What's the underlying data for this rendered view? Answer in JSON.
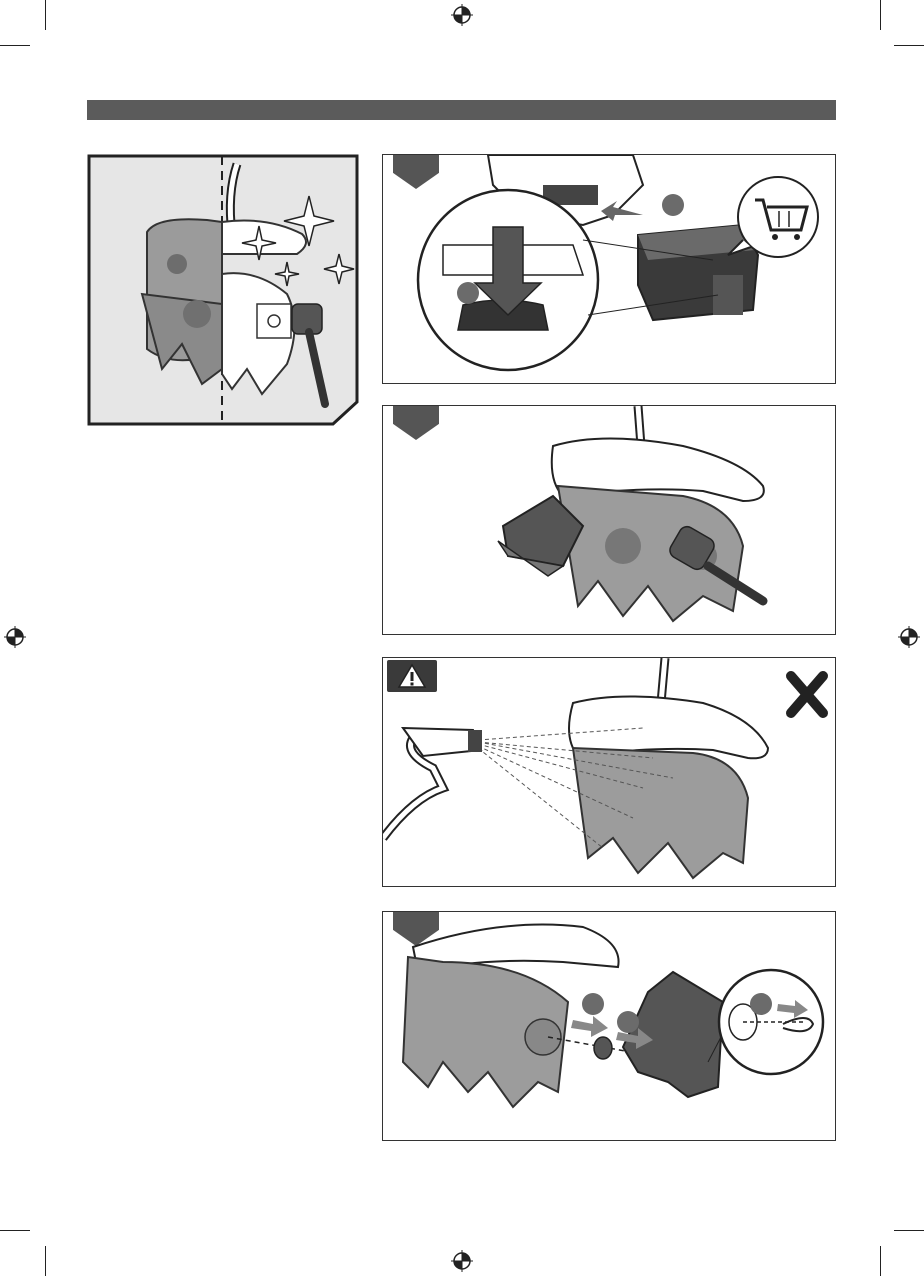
{
  "header": {
    "bar_color": "#5b5b5b"
  },
  "figures": [
    {
      "id": "overview",
      "description_icon": "sparkle-icon"
    },
    {
      "id": "step-1",
      "icons": [
        "shopping-cart-icon",
        "arrow-down-icon"
      ]
    },
    {
      "id": "step-2",
      "icons": [
        "brush-icon",
        "cloth-icon"
      ]
    },
    {
      "id": "step-3",
      "icons": [
        "warning-icon",
        "cross-icon",
        "hose-icon"
      ]
    },
    {
      "id": "step-4",
      "icons": [
        "arrow-right-icon",
        "pin-icon"
      ]
    }
  ],
  "colors": {
    "panel_tab": "#555555",
    "badge": "#6b6b6b",
    "overview_bg": "#e8e8e8"
  }
}
